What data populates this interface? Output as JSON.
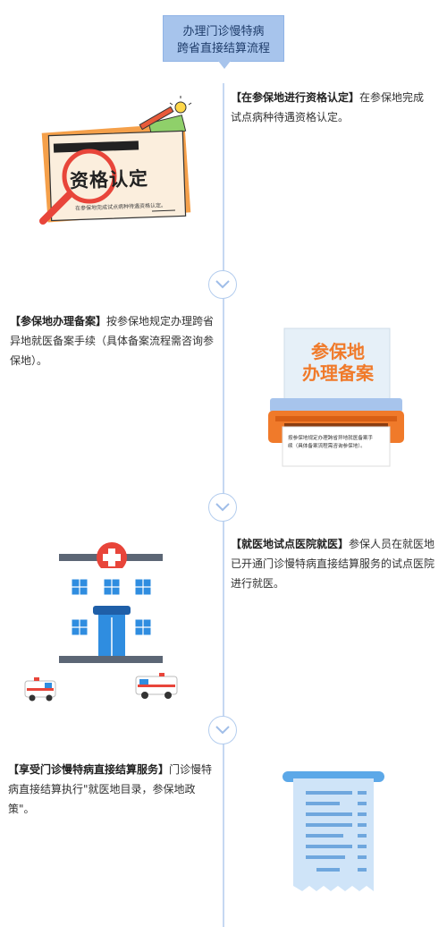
{
  "title": {
    "line1": "办理门诊慢特病",
    "line2": "跨省直接结算流程"
  },
  "steps": [
    {
      "heading": "【在参保地进行资格认定】",
      "body": "在参保地完成试点病种待遇资格认定。"
    },
    {
      "heading": "【参保地办理备案】",
      "body": "按参保地规定办理跨省异地就医备案手续（具体备案流程需咨询参保地）。"
    },
    {
      "heading": "【就医地试点医院就医】",
      "body": "参保人员在就医地已开通门诊慢特病直接结算服务的试点医院进行就医。"
    },
    {
      "heading": "【享受门诊慢特病直接结算服务】",
      "body": "门诊慢特病直接结算执行\"就医地目录，参保地政策\"。"
    }
  ],
  "illustrations": {
    "qualification": {
      "title": "资格认定",
      "caption": "在参保地完成试点病种待遇资格认定。"
    },
    "filing": {
      "title_line1": "参保地",
      "title_line2": "办理备案",
      "caption_line1": "按参保地规定办理跨省异地就医备案手",
      "caption_line2": "续（具体备案流程需咨询参保地）。"
    }
  },
  "colors": {
    "accent": "#a7c4ec",
    "timeline": "#c6d8f2",
    "orange": "#f07a2a"
  }
}
